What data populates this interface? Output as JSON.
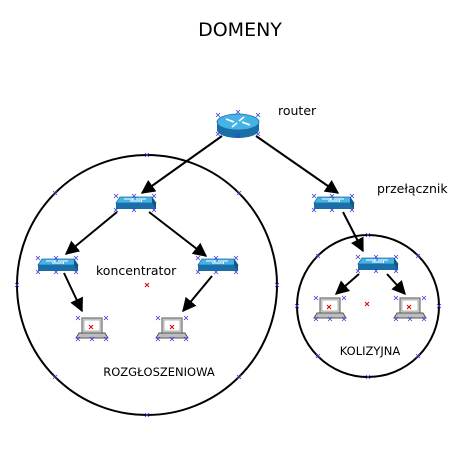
{
  "title": "DOMENY",
  "labels": {
    "router": "router",
    "switch": "przełącznik",
    "hub": "koncentrator",
    "broadcast_domain": "ROZGŁOSZENIOWA",
    "collision_domain": "KOLIZYJNA"
  },
  "colors": {
    "device_blue": "#2e9fd6",
    "device_dark": "#1a6fa6",
    "handle": "#3b3bd6",
    "marker": "#e00000"
  },
  "icons": [
    "router-icon",
    "switch-icon",
    "hub-icon",
    "laptop-icon"
  ]
}
